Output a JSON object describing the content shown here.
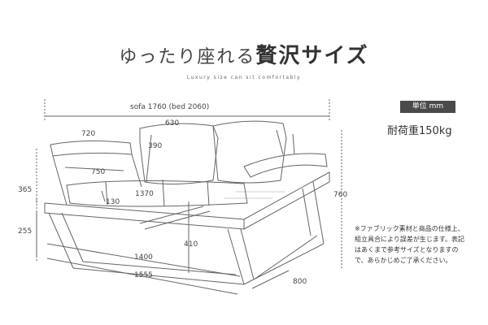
{
  "header": {
    "title_light": "ゆったり座れる",
    "title_bold": "贅沢サイズ",
    "subtitle": "Luxury size can sit comfortably"
  },
  "spec": {
    "unit_badge": "単位 mm",
    "capacity": "耐荷重150kg"
  },
  "dimensions": {
    "sofa_width": "sofa 1760 (bed 2060)",
    "cushion_width": "630",
    "arm_depth": "720",
    "back_height": "390",
    "seat_width": "750",
    "seat_depth": "1370",
    "seat_thickness": "130",
    "arm_height": "365",
    "total_height": "760",
    "leg_height": "255",
    "seat_height": "410",
    "inner_width": "1400",
    "outer_width": "1555",
    "depth": "800"
  },
  "note": "※ファブリック素材と商品の仕様上、組立具合により誤差が生じます。表記はあくまで参考サイズとなりますので、あらかじめご了承ください。"
}
